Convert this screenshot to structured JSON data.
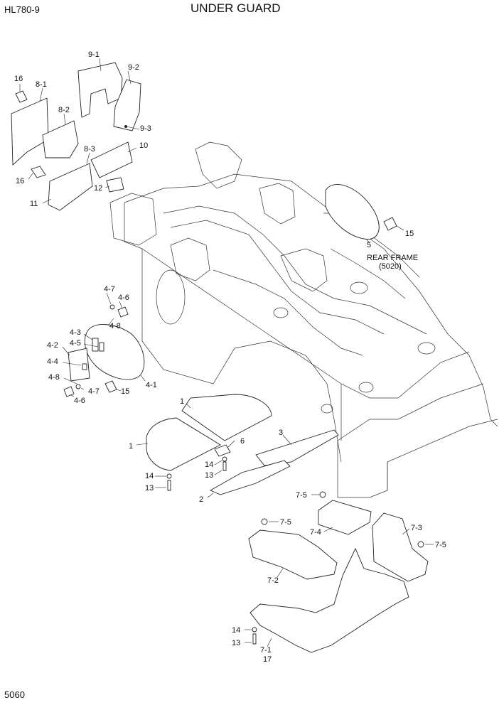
{
  "header": {
    "model": "HL780-9",
    "title": "UNDER GUARD",
    "page_number": "5060"
  },
  "frame_note": {
    "line1": "REAR FRAME",
    "line2": "(5020)"
  },
  "callouts": {
    "c9_1": "9-1",
    "c9_2": "9-2",
    "c9_3": "9-3",
    "c16a": "16",
    "c8_1": "8-1",
    "c8_2": "8-2",
    "c8_3": "8-3",
    "c10": "10",
    "c16b": "16",
    "c12": "12",
    "c11": "11",
    "c5": "5",
    "c15a": "15",
    "c4_7a": "4-7",
    "c4_6a": "4-6",
    "c4_8a": "4-8",
    "c4_3": "4-3",
    "c4_5": "4-5",
    "c4_2": "4-2",
    "c4_4": "4-4",
    "c4_8b": "4-8",
    "c4_7b": "4-7",
    "c4_6b": "4-6",
    "c15b": "15",
    "c4_1": "4-1",
    "c1a": "1",
    "c1b": "1",
    "c6": "6",
    "c3": "3",
    "c14a": "14",
    "c13a": "13",
    "c14b": "14",
    "c13b": "13",
    "c2": "2",
    "c7_5a": "7-5",
    "c7_5b": "7-5",
    "c7_5c": "7-5",
    "c7_4": "7-4",
    "c7_3": "7-3",
    "c7_2": "7-2",
    "c14c": "14",
    "c13c": "13",
    "c7_1": "7-1",
    "c17": "17"
  }
}
